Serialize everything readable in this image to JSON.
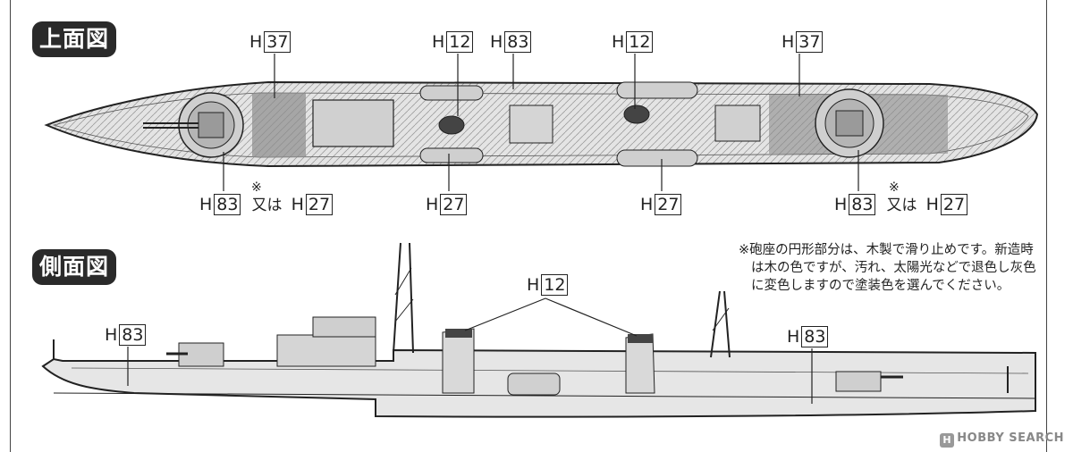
{
  "sections": {
    "top_view_title": "上面図",
    "side_view_title": "側面図"
  },
  "callouts": {
    "top_h37_left": {
      "prefix": "H",
      "code": "37"
    },
    "top_h12_left": {
      "prefix": "H",
      "code": "12"
    },
    "top_h83_mid": {
      "prefix": "H",
      "code": "83"
    },
    "top_h12_right": {
      "prefix": "H",
      "code": "12"
    },
    "top_h37_right": {
      "prefix": "H",
      "code": "37"
    },
    "top_h83_left_a": {
      "prefix": "H",
      "code": "83"
    },
    "top_or_left": "又は",
    "top_h27_left_b": {
      "prefix": "H",
      "code": "27"
    },
    "top_h27_mid": {
      "prefix": "H",
      "code": "27"
    },
    "top_h27_right": {
      "prefix": "H",
      "code": "27"
    },
    "top_h83_right_a": {
      "prefix": "H",
      "code": "83"
    },
    "top_or_right": "又は",
    "top_h27_right_b": {
      "prefix": "H",
      "code": "27"
    },
    "side_h12": {
      "prefix": "H",
      "code": "12"
    },
    "side_h83_left": {
      "prefix": "H",
      "code": "83"
    },
    "side_h83_right": {
      "prefix": "H",
      "code": "83"
    }
  },
  "marks": {
    "note_mark": "※"
  },
  "note": {
    "line1": "※砲座の円形部分は、木製で滑り止めです。新造時",
    "line2": "は木の色ですが、汚れ、太陽光などで退色し灰色",
    "line3": "に変色しますので塗装色を選んでください。"
  },
  "watermark": {
    "logo": "H",
    "text": "HOBBY SEARCH"
  },
  "colors": {
    "ink": "#222222",
    "deck_gray": "#d9d9d9",
    "deck_dark": "#8c8c8c",
    "hull_gray": "#e6e6e6"
  }
}
